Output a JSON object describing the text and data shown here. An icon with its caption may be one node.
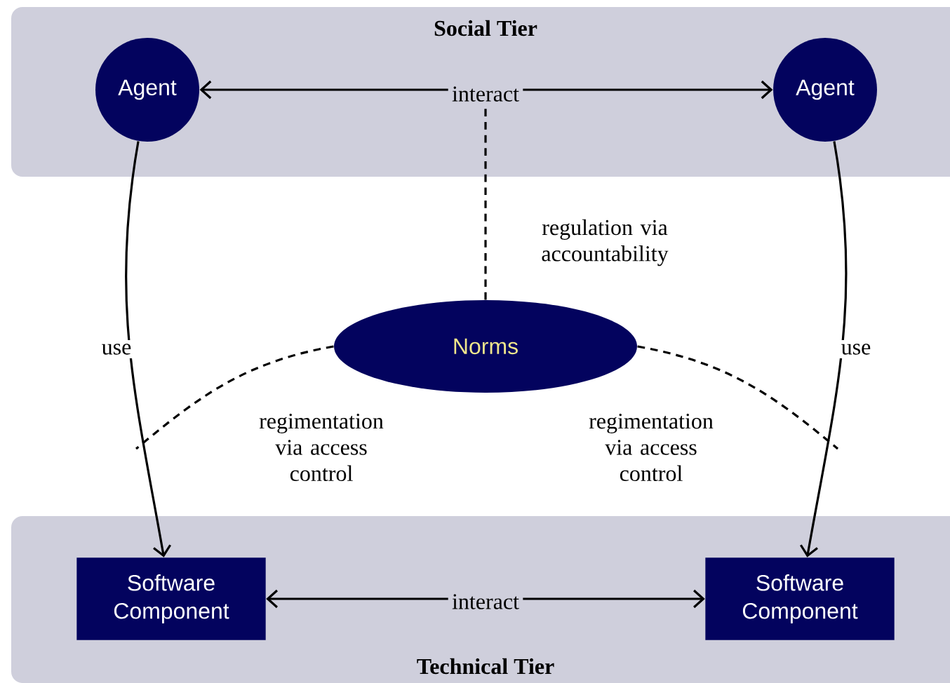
{
  "diagram": {
    "nodes": [
      {
        "text": [
          "Social Tier"
        ]
      },
      {
        "text": [
          "Agent"
        ],
        "in": 0
      },
      {
        "text": [
          "Agent"
        ],
        "in": 0
      },
      {
        "text": [
          "Norms"
        ]
      },
      {
        "text": [
          "Technical Tier"
        ]
      },
      {
        "text": [
          "Software Component"
        ],
        "in": 4
      },
      {
        "text": [
          "Software Component"
        ],
        "in": 4
      }
    ],
    "edges": [
      {
        "from": 1,
        "to": 2,
        "arrow": "both",
        "label": "interact"
      },
      {
        "from": 1,
        "to": 5,
        "arrow": "to",
        "label": "use"
      },
      {
        "from": 2,
        "to": 6,
        "arrow": "to",
        "label": "use"
      },
      {
        "from": 5,
        "to": 6,
        "arrow": "both",
        "label": "interact"
      },
      {
        "from": 3,
        "to": null,
        "arrow": "none",
        "style": "dashed",
        "label": "regulation via accountability"
      },
      {
        "from": 3,
        "to": null,
        "arrow": "none",
        "style": "dashed",
        "label": "regimentation via access control"
      },
      {
        "from": 3,
        "to": null,
        "arrow": "none",
        "style": "dashed",
        "label": "regimentation via access control"
      }
    ]
  }
}
